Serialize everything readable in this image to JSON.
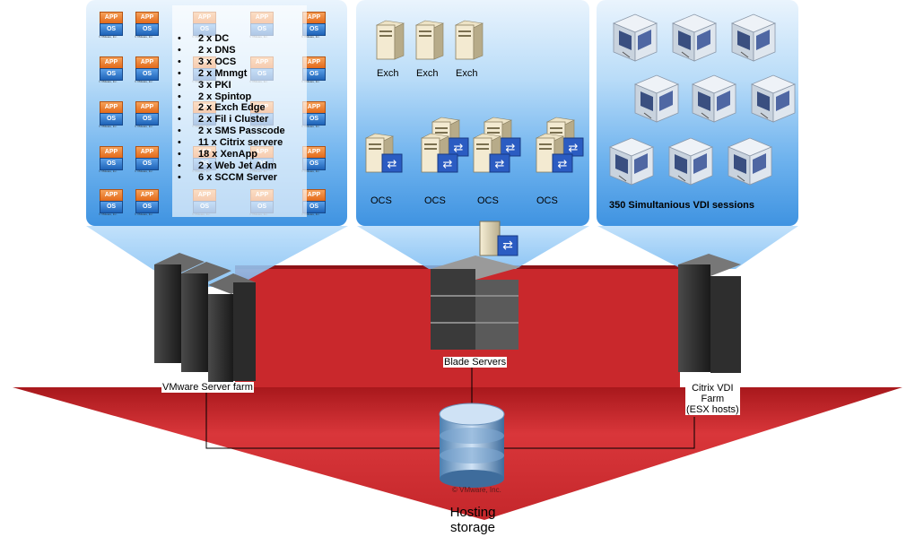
{
  "panels": {
    "vmware_list": [
      "2 x DC",
      "2 x DNS",
      "3 x OCS",
      "2 x Mnmgt",
      "3 x PKI",
      "2 x Spintop",
      "2 x Exch Edge",
      "2 x Fil i Cluster",
      "2 x SMS Passcode",
      "11 x Citrix servere",
      "18 x XenApp",
      "2 x Web Jet Adm",
      "6 x SCCM Server"
    ],
    "vm_icon": {
      "app": "APP",
      "os": "OS",
      "caption": "© VMware, Inc."
    },
    "exchange_servers": [
      "Exch",
      "Exch",
      "Exch"
    ],
    "ocs_servers": [
      "OCS",
      "OCS",
      "OCS",
      "OCS"
    ],
    "vdi_caption": "350 Simultanious VDI sessions"
  },
  "nodes": {
    "vmware_farm": "VMware Server farm",
    "blade_servers": "Blade Servers",
    "citrix_line1": "Citrix VDI",
    "citrix_line2": "Farm",
    "citrix_line3": "(ESX hosts)",
    "storage_watermark": "© VMware, Inc.",
    "storage_line1": "Hosting",
    "storage_line2": "storage"
  },
  "colors": {
    "red_area": "#d42b2f",
    "red_dark": "#9e1518",
    "panel_blue": "#3f93e1",
    "cone_blue": "#9ccdf5",
    "app_orange": "#e8762a",
    "os_blue": "#2b6fc2"
  }
}
